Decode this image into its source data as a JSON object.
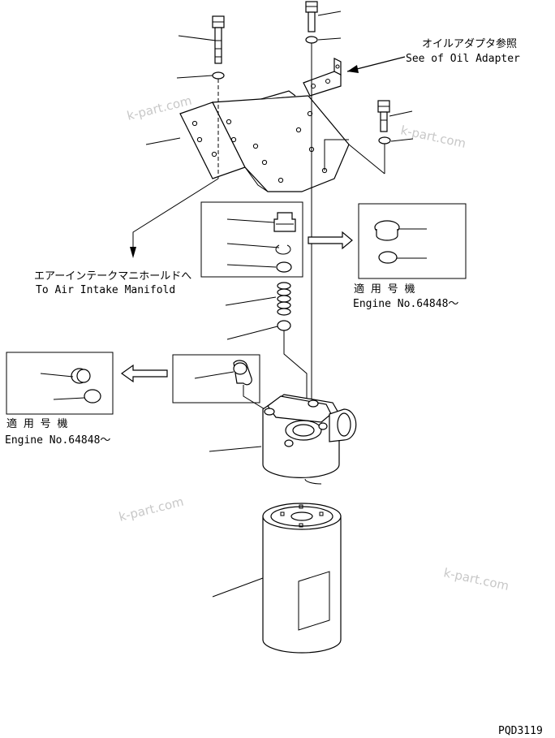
{
  "notes": {
    "oil_adapter_jp": "オイルアダプタ参照",
    "oil_adapter_en": "See of Oil Adapter",
    "air_intake_jp": "エアーインテークマニホールドへ",
    "air_intake_en": "To Air Intake Manifold",
    "applicable_jp_right": "適 用 号 機",
    "engine_no_right": "Engine No.64848〜",
    "applicable_jp_left": "適 用 号 機",
    "engine_no_left": "Engine No.64848〜"
  },
  "drawing_code": "PQD3119",
  "watermarks": [
    "k-part.com",
    "k-part.com",
    "k-part.com",
    "k-part.com"
  ]
}
